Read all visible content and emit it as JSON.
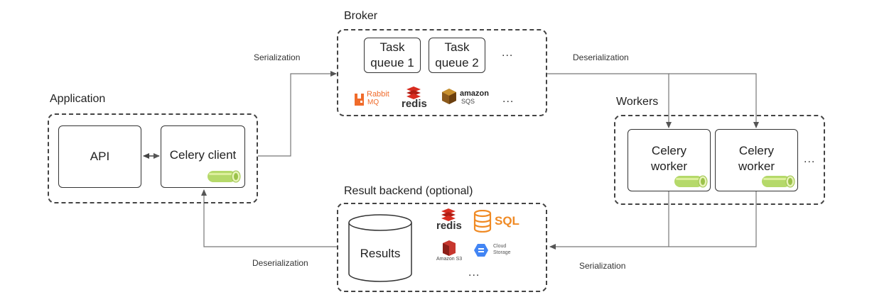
{
  "groups": {
    "broker": "Broker",
    "application": "Application",
    "workers": "Workers",
    "result_backend": "Result backend (optional)"
  },
  "nodes": {
    "task_queue_1": "Task\nqueue 1",
    "task_queue_2": "Task\nqueue 2",
    "api": "API",
    "celery_client": "Celery client",
    "celery_worker_1": "Celery\nworker",
    "celery_worker_2": "Celery\nworker",
    "results": "Results"
  },
  "ellipsis": "...",
  "edge_labels": {
    "serialization_top": "Serialization",
    "deserialization_top": "Deserialization",
    "deserialization_bottom": "Deserialization",
    "serialization_bottom": "Serialization"
  },
  "logos": {
    "rabbit_top": "Rabbit",
    "rabbit_bottom": "MQ",
    "redis": "redis",
    "amazon": "amazon",
    "sqs": "SQS",
    "sql": "SQL",
    "amazon_s3": "Amazon S3",
    "cloud": "Cloud",
    "storage": "Storage"
  },
  "colors": {
    "celery_green": "#b5d96a",
    "rabbit_orange": "#f06b2b",
    "redis_red": "#d82c20",
    "aws_brown": "#8c5a1c",
    "sql_orange": "#f08a24",
    "gcs_blue": "#4285f4"
  }
}
